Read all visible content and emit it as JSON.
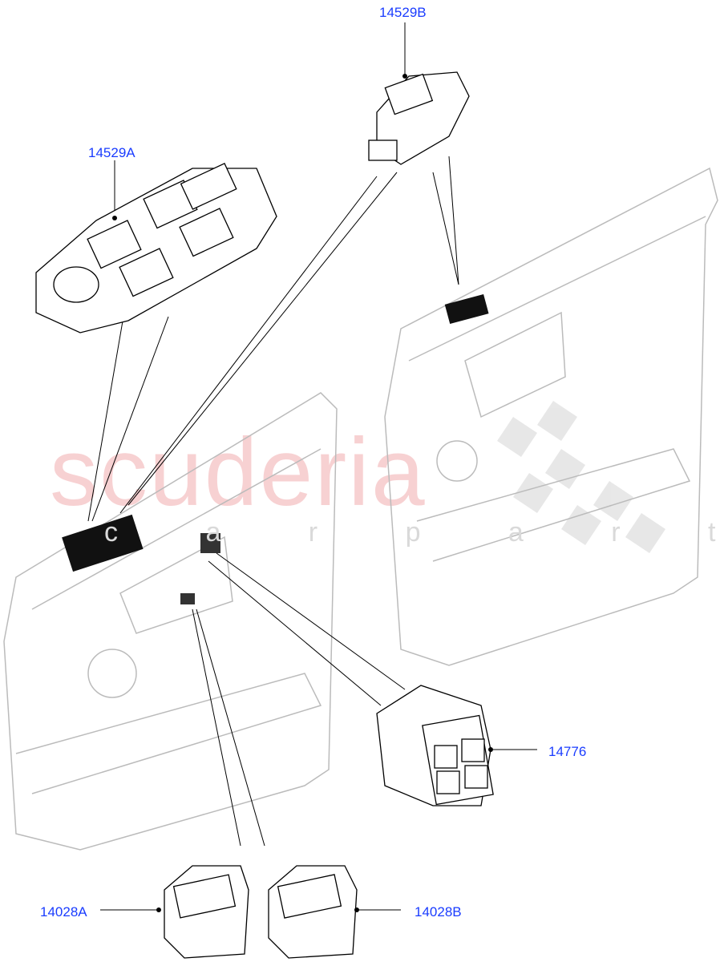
{
  "watermark": {
    "brand": "scuderia",
    "sub": "c a r p a r t s"
  },
  "callouts": [
    {
      "id": "14529B",
      "label": "14529B"
    },
    {
      "id": "14529A",
      "label": "14529A"
    },
    {
      "id": "14776",
      "label": "14776"
    },
    {
      "id": "14028A",
      "label": "14028A"
    },
    {
      "id": "14028B",
      "label": "14028B"
    }
  ],
  "colors": {
    "callout": "#1a3cff",
    "line": "#000000",
    "door": "#bbbbbb"
  }
}
